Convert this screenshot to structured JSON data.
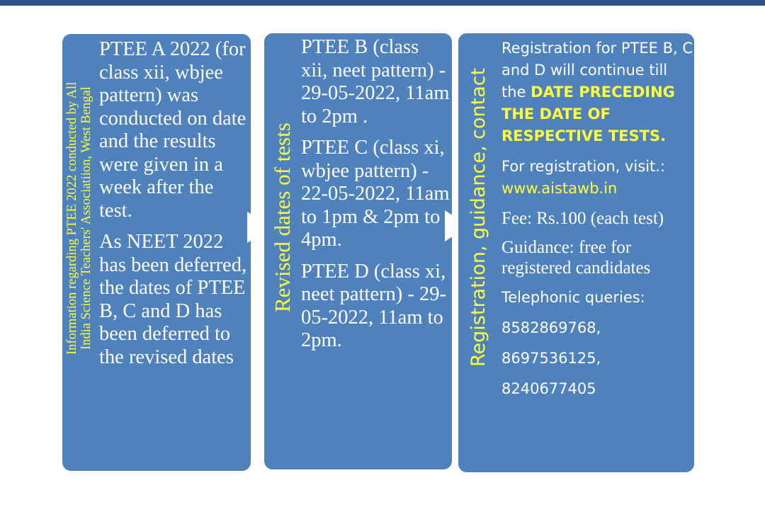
{
  "box1": {
    "side_label_line1": "Information regarding PTEE 2022 conducted by All",
    "side_label_line2": "India Science Teachers' Associatiion, West Bengal",
    "para1": "PTEE A 2022 (for class xii, wbjee pattern) was conducted on date and the results were given in a week after the test.",
    "para2": "As NEET 2022 has been deferred, the dates of PTEE B, C and D has been deferred to the  revised dates"
  },
  "box2": {
    "side_label": "Revised dates of tests",
    "items": [
      "PTEE B (class xii, neet pattern) - 29-05-2022, 11am to 2pm .",
      "PTEE C (class xi, wbjee pattern) - 22-05-2022, 11am to 1pm & 2pm to 4pm.",
      "PTEE D (class xi, neet pattern) - 29-05-2022, 11am to 2pm."
    ]
  },
  "box3": {
    "side_label": "Registration, guidance, contact",
    "reg_text": "Registration for PTEE B, C and D will continue till the",
    "reg_highlight": "DATE PRECEDING THE DATE OF RESPECTIVE TESTS.",
    "visit_text": "For registration, visit.:",
    "website": "www.aistawb.in",
    "fee": "Fee: Rs.100 (each test)",
    "guidance": "Guidance: free for registered candidates",
    "phone_label": "Telephonic queries:",
    "phones": [
      "8582869768,",
      "8697536125,",
      "8240677405"
    ]
  },
  "colors": {
    "box": "#4f81bd",
    "highlight": "#ffff3c",
    "topbar": "#2f4f8a"
  }
}
